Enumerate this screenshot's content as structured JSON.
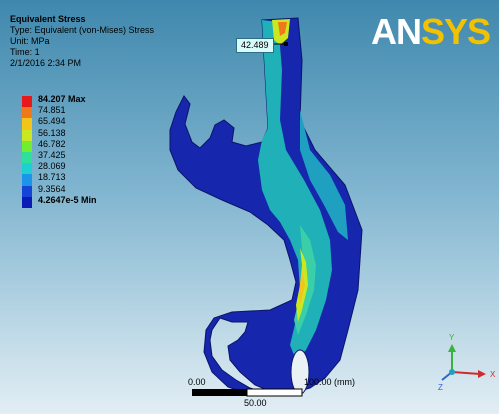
{
  "info": {
    "title": "Equivalent Stress",
    "type": "Type: Equivalent (von-Mises) Stress",
    "unit": "Unit: MPa",
    "time": "Time: 1",
    "date": "2/1/2016 2:34 PM"
  },
  "legend": [
    {
      "label": "84.207 Max",
      "color": "#e8191b",
      "bold": true
    },
    {
      "label": "74.851",
      "color": "#f0781a",
      "bold": false
    },
    {
      "label": "65.494",
      "color": "#f3c41a",
      "bold": false
    },
    {
      "label": "56.138",
      "color": "#cbe71f",
      "bold": false
    },
    {
      "label": "46.782",
      "color": "#72ee30",
      "bold": false
    },
    {
      "label": "37.425",
      "color": "#2fe09a",
      "bold": false
    },
    {
      "label": "28.069",
      "color": "#1fd0d2",
      "bold": false
    },
    {
      "label": "18.713",
      "color": "#1c95e8",
      "bold": false
    },
    {
      "label": "9.3564",
      "color": "#1445d6",
      "bold": false
    },
    {
      "label": "4.2647e-5 Min",
      "color": "#0a1bb6",
      "bold": true
    }
  ],
  "logo": {
    "left": "AN",
    "right": "SYS"
  },
  "probe": "42.489",
  "scale": {
    "start": "0.00",
    "end": "100.00 (mm)",
    "mid": "50.00"
  },
  "triad": {
    "y": "Y",
    "x": "X",
    "z": "Z"
  },
  "colors": {
    "background_top": "#3f88ad",
    "background_bottom": "#e2eef4",
    "part": "#1627ad"
  }
}
